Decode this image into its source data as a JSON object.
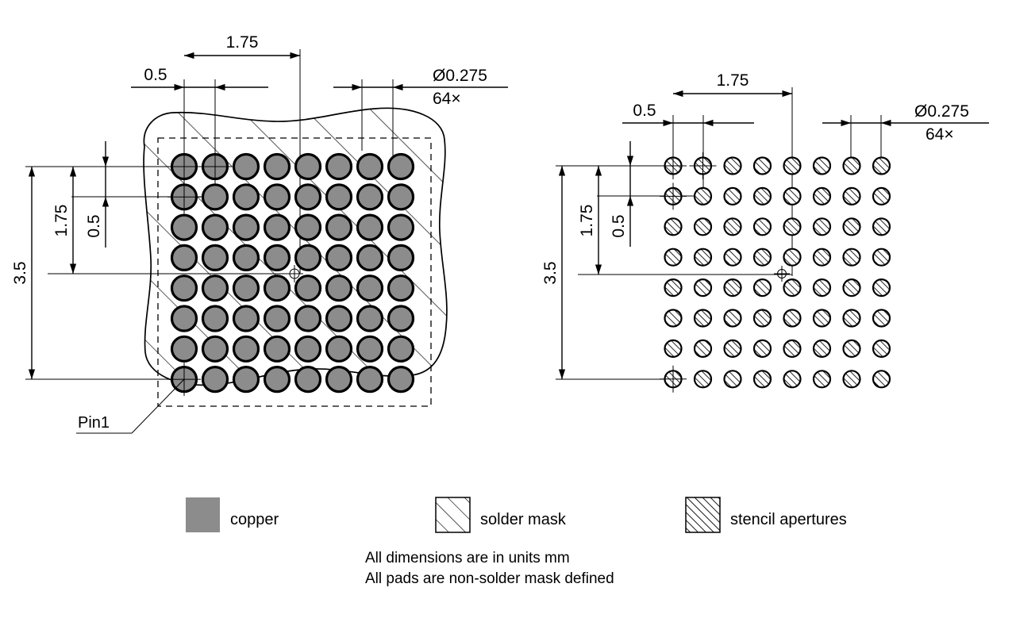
{
  "drawing": {
    "title": "BGA land pattern and stencil aperture drawing",
    "units": "mm",
    "grid": {
      "rows": 8,
      "columns": 8,
      "total_pads": 64
    }
  },
  "left_view": {
    "name": "copper-and-solder-mask-view",
    "pin1_label": "Pin1",
    "dimensions": {
      "top_pitch_small": "0.5",
      "top_span": "1.75",
      "diameter_callout": "Ø0.275",
      "diameter_count": "64×",
      "left_overall": "3.5",
      "left_span": "1.75",
      "left_pitch_small": "0.5"
    }
  },
  "right_view": {
    "name": "stencil-aperture-view",
    "dimensions": {
      "top_pitch_small": "0.5",
      "top_span": "1.75",
      "diameter_callout": "Ø0.275",
      "diameter_count": "64×",
      "left_overall": "3.5",
      "left_span": "1.75",
      "left_pitch_small": "0.5"
    }
  },
  "legend": {
    "items": [
      {
        "id": "copper",
        "label": "copper",
        "swatch": "solid-gray",
        "color": "#8c8c8c"
      },
      {
        "id": "solder-mask",
        "label": "solder mask",
        "swatch": "sparse-hatch",
        "color": "#ffffff"
      },
      {
        "id": "stencil-apertures",
        "label": "stencil apertures",
        "swatch": "dense-hatch",
        "color": "#ffffff"
      }
    ]
  },
  "notes": {
    "line1": "All dimensions are in units mm",
    "line2": "All pads are non-solder mask defined"
  }
}
